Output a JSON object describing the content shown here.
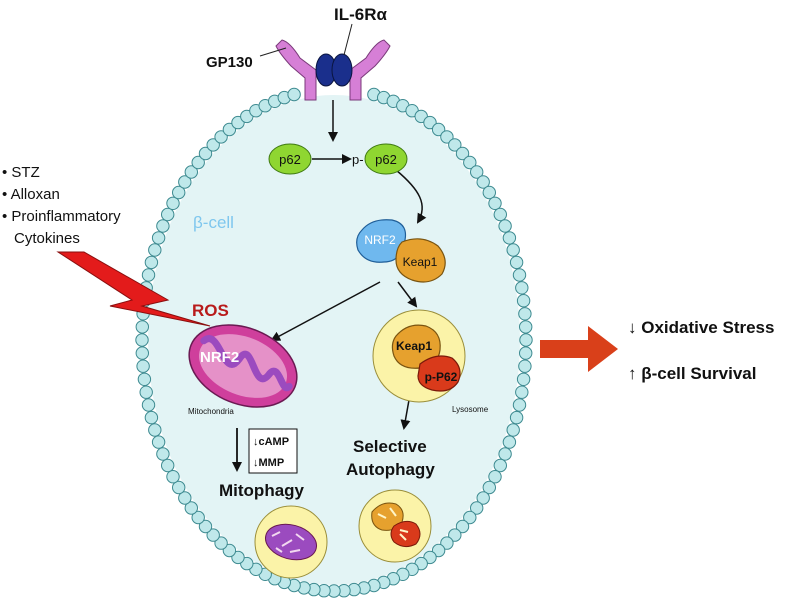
{
  "receptor": {
    "il6r_label": "IL-6Rα",
    "gp130_label": "GP130"
  },
  "signaling": {
    "p62_label": "p62",
    "p_prefix": "p-",
    "p62_phospho_label": "p62"
  },
  "cell": {
    "label": "β-cell"
  },
  "stimuli": [
    "• STZ",
    "• Alloxan",
    "• Proinflammatory",
    "Cytokines"
  ],
  "complex": {
    "nrf2_label": "NRF2",
    "keap1_label": "Keap1"
  },
  "mitochondria": {
    "ros_label": "ROS",
    "nrf2_label": "NRF2",
    "caption": "Mitochondria"
  },
  "mito_effects": [
    "↓cAMP",
    "↓MMP"
  ],
  "mitophagy": {
    "label": "Mitophagy"
  },
  "lysosome": {
    "keap1_label": "Keap1",
    "pp62_label": "p-P62",
    "caption": "Lysosome"
  },
  "autophagy": {
    "line1": "Selective",
    "line2": "Autophagy"
  },
  "outcomes": [
    "↓ Oxidative Stress",
    "↑ β-cell Survival"
  ],
  "colors": {
    "membrane_bead": "#bfe8ea",
    "membrane_stroke": "#3d8a90",
    "cytoplasm": "#e3f4f5",
    "receptor_arm": "#d67fd6",
    "receptor_core": "#1a2f8c",
    "p62": "#8fd631",
    "nrf2": "#6fb8ee",
    "keap1": "#e6a12e",
    "pp62": "#d93a1b",
    "lysosome": "#fbf3a8",
    "mito_outer": "#cf3f9c",
    "mito_inner": "#9b4bbf",
    "lightning": "#e31b1b",
    "big_arrow": "#d9401a",
    "cell_label": "#7fc7ee",
    "ros": "#b81b1b"
  }
}
